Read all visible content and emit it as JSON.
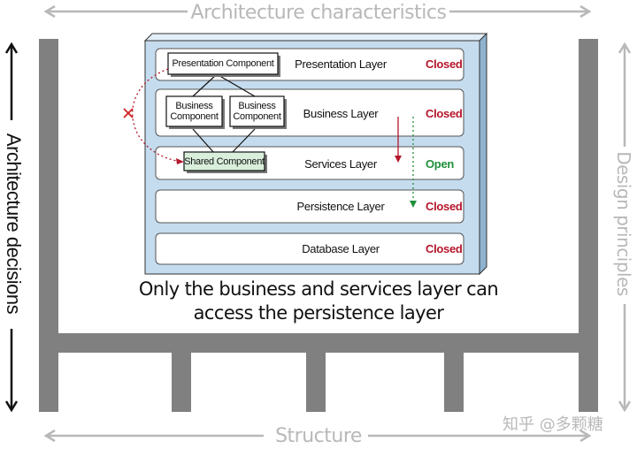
{
  "frame": {
    "top_label": "Architecture characteristics",
    "bottom_label": "Structure",
    "left_label": "Architecture decisions",
    "right_label": "Design principles"
  },
  "layers": [
    {
      "name": "Presentation Layer",
      "status": "Closed",
      "status_color": "#b5162b"
    },
    {
      "name": "Business Layer",
      "status": "Closed",
      "status_color": "#b5162b"
    },
    {
      "name": "Services Layer",
      "status": "Open",
      "status_color": "#1f8f3a"
    },
    {
      "name": "Persistence Layer",
      "status": "Closed",
      "status_color": "#b5162b"
    },
    {
      "name": "Database Layer",
      "status": "Closed",
      "status_color": "#b5162b"
    }
  ],
  "components": {
    "presentation": "Presentation Component",
    "business_1": "Business Component",
    "business_2": "Business Component",
    "shared": "Shared Component"
  },
  "caption": {
    "line1": "Only the business and services layer can",
    "line2": "access the persistence layer"
  },
  "watermark": "知乎 @多颗糖",
  "colors": {
    "panel_fill": "#c5dcee",
    "frame_gray": "#808080",
    "label_gray": "#b8b8b8",
    "closed_red": "#b5162b",
    "open_green": "#1f8f3a",
    "shared_fill": "#d9efdb"
  }
}
